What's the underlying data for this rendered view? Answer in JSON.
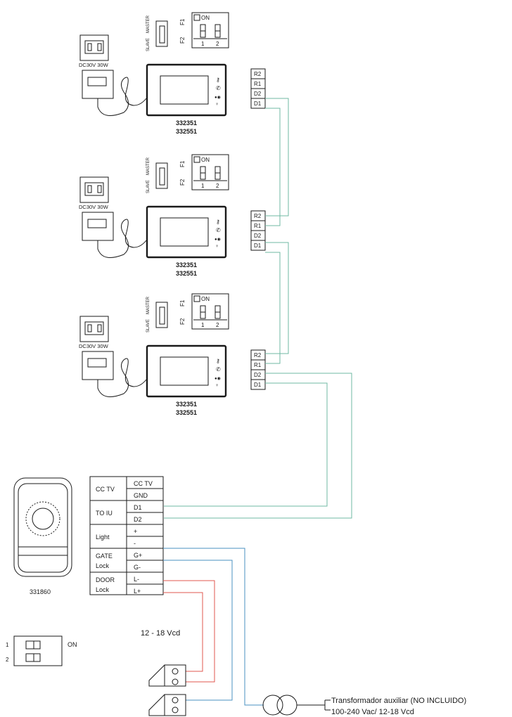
{
  "colors": {
    "bus_wire": "#6fb9a3",
    "gate_lock_wire": "#4a90c2",
    "door_lock_wire": "#e0574f",
    "line": "#1a1a1a"
  },
  "monitor_units": [
    {
      "models": [
        "332351",
        "332551"
      ],
      "psu_label": "DC30V  30W",
      "switch_labels": {
        "slave": "SLAVE",
        "master": "MASTER",
        "f1": "F1",
        "f2": "F2"
      },
      "dip": {
        "on": "ON",
        "pos1": "1",
        "pos2": "2"
      },
      "terminals": [
        "R2",
        "R1",
        "D2",
        "D1"
      ]
    },
    {
      "models": [
        "332351",
        "332551"
      ],
      "psu_label": "DC30V  30W",
      "switch_labels": {
        "slave": "SLAVE",
        "master": "MASTER",
        "f1": "F1",
        "f2": "F2"
      },
      "dip": {
        "on": "ON",
        "pos1": "1",
        "pos2": "2"
      },
      "terminals": [
        "R2",
        "R1",
        "D2",
        "D1"
      ]
    },
    {
      "models": [
        "332351",
        "332551"
      ],
      "psu_label": "DC30V  30W",
      "switch_labels": {
        "slave": "SLAVE",
        "master": "MASTER",
        "f1": "F1",
        "f2": "F2"
      },
      "dip": {
        "on": "ON",
        "pos1": "1",
        "pos2": "2"
      },
      "terminals": [
        "R2",
        "R1",
        "D2",
        "D1"
      ]
    }
  ],
  "door_station": {
    "model": "331860",
    "dip": {
      "pos1": "1",
      "pos2": "2",
      "on": "ON"
    },
    "terminal_groups": [
      {
        "label": "CC TV",
        "terminals": [
          "CC TV",
          "GND"
        ]
      },
      {
        "label": "TO IU",
        "terminals": [
          "D1",
          "D2"
        ]
      },
      {
        "label": "Light",
        "terminals": [
          "+",
          "-"
        ]
      },
      {
        "label": "GATE Lock",
        "label_lines": [
          "GATE",
          "Lock"
        ],
        "terminals": [
          "G+",
          "G-"
        ]
      },
      {
        "label": "DOOR Lock",
        "label_lines": [
          "DOOR",
          "Lock"
        ],
        "terminals": [
          "L-",
          "L+"
        ]
      }
    ]
  },
  "lock_voltage": "12 - 18 Vcd",
  "transformer": {
    "label_line1": "Transformador auxiliar (NO INCLUIDO)",
    "label_line2": "100-240 Vac/ 12-18 Vcd"
  }
}
